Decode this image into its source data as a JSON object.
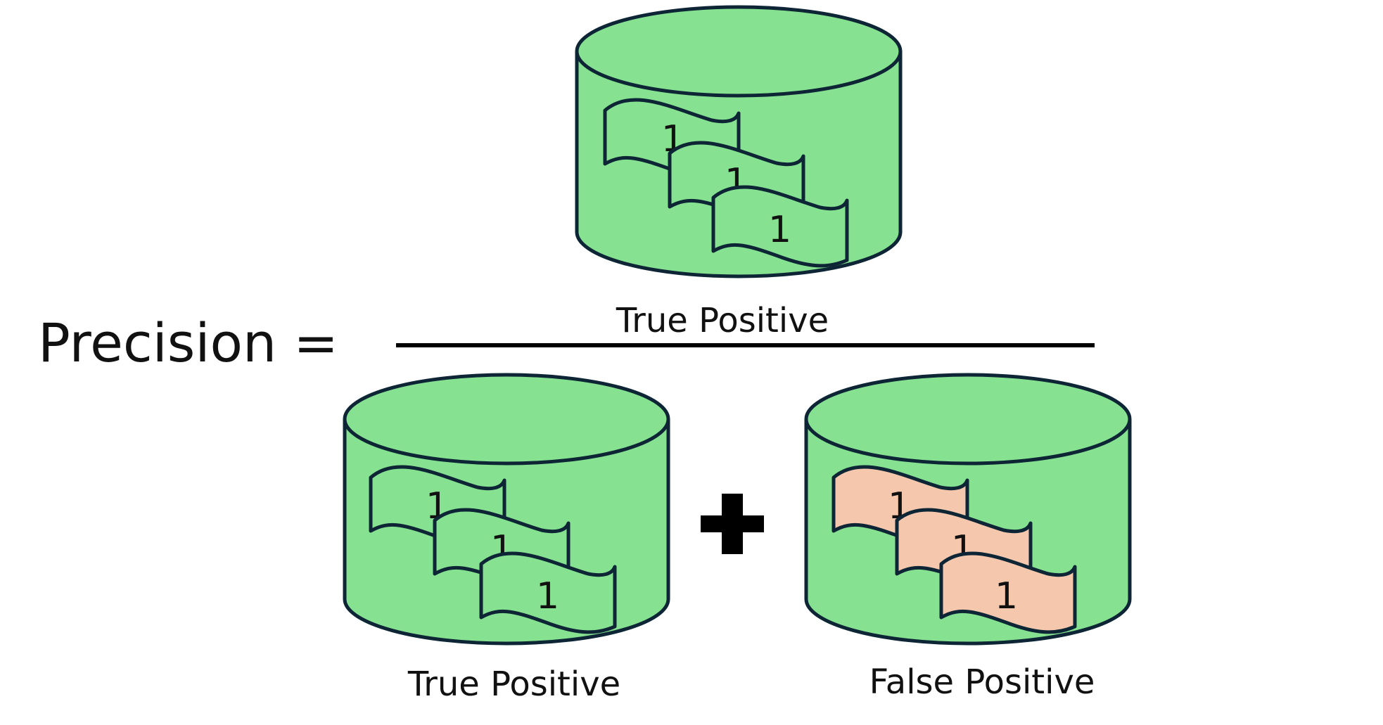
{
  "formula": {
    "lhs": "Precision =",
    "numerator_label": "True Positive",
    "denominator_left_label": "True Positive",
    "denominator_right_label": "False Positive",
    "operator": "plus"
  },
  "bill_digit": "1",
  "colors": {
    "cylinder_fill": "#86e291",
    "stroke": "#0d2535",
    "true_bill_fill": "#86e291",
    "false_bill_fill": "#f5c8ad",
    "plus": "#000000",
    "text": "#111111"
  },
  "icons": [
    "database-cylinder-icon",
    "money-bill-icon",
    "plus-icon"
  ]
}
